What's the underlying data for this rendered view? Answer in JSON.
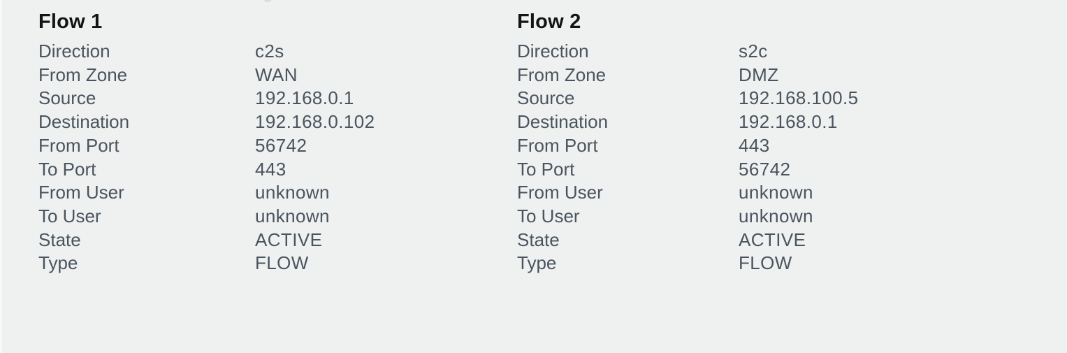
{
  "panel": {
    "background_color": "#eff1f0",
    "text_color": "#4a545f",
    "title_color": "#121416"
  },
  "flows": [
    {
      "title": "Flow 1",
      "fields": [
        {
          "label": "Direction",
          "value": "c2s"
        },
        {
          "label": "From Zone",
          "value": "WAN"
        },
        {
          "label": "Source",
          "value": "192.168.0.1"
        },
        {
          "label": "Destination",
          "value": "192.168.0.102"
        },
        {
          "label": "From Port",
          "value": "56742"
        },
        {
          "label": "To Port",
          "value": "443"
        },
        {
          "label": "From User",
          "value": "unknown"
        },
        {
          "label": "To User",
          "value": "unknown"
        },
        {
          "label": "State",
          "value": "ACTIVE"
        },
        {
          "label": "Type",
          "value": "FLOW"
        }
      ]
    },
    {
      "title": "Flow 2",
      "fields": [
        {
          "label": "Direction",
          "value": "s2c"
        },
        {
          "label": "From Zone",
          "value": "DMZ"
        },
        {
          "label": "Source",
          "value": "192.168.100.5"
        },
        {
          "label": "Destination",
          "value": "192.168.0.1"
        },
        {
          "label": "From Port",
          "value": "443"
        },
        {
          "label": "To Port",
          "value": "56742"
        },
        {
          "label": "From User",
          "value": "unknown"
        },
        {
          "label": "To User",
          "value": "unknown"
        },
        {
          "label": "State",
          "value": "ACTIVE"
        },
        {
          "label": "Type",
          "value": "FLOW"
        }
      ]
    }
  ]
}
